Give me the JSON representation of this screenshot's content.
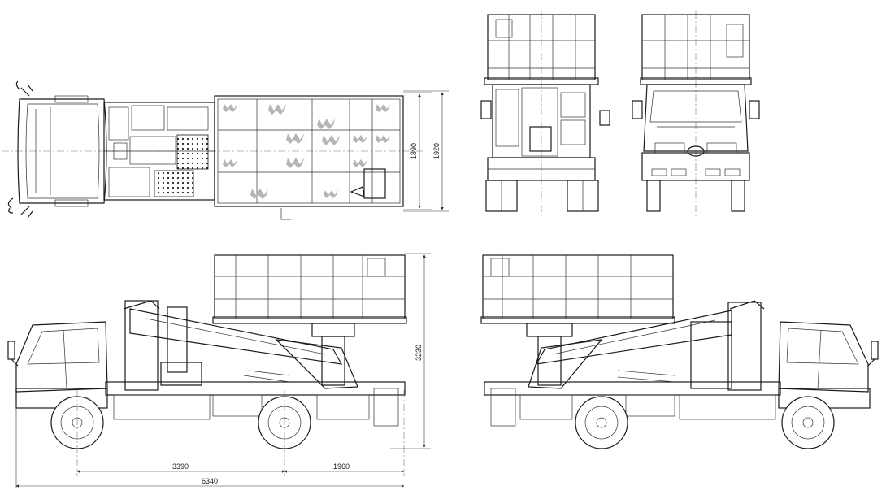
{
  "dimensions": {
    "wheelbase": "3390",
    "rear_overhang": "1960",
    "overall_length": "6340",
    "platform_width": "1890",
    "overall_width": "1920",
    "stowed_height": "3230"
  },
  "colors": {
    "line": "#1a1a1a",
    "background": "#ffffff",
    "logo_marks": "#b5b5b5"
  }
}
